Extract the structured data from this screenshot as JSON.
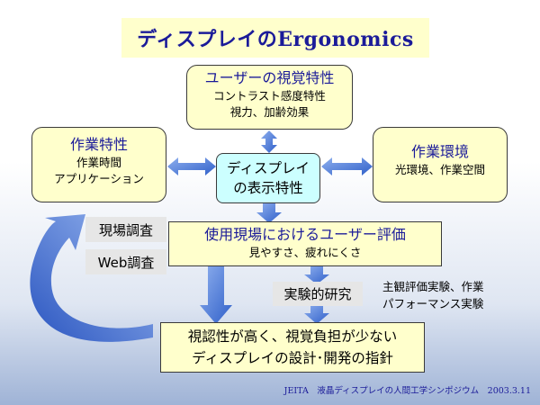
{
  "title": "ディスプレイのErgonomics",
  "user_visual": {
    "heading": "ユーザーの視覚特性",
    "line1": "コントラスト感度特性",
    "line2": "視力、加齢効果"
  },
  "work_char": {
    "heading": "作業特性",
    "line1": "作業時間",
    "line2": "アプリケーション"
  },
  "work_env": {
    "heading": "作業環境",
    "line1": "光環境、作業空間"
  },
  "display_char": {
    "line1": "ディスプレイ",
    "line2": "の表示特性"
  },
  "field_eval": {
    "heading": "使用現場におけるユーザー評価",
    "line1": "見やすさ、疲れにくさ"
  },
  "labels": {
    "field_survey": "現場調査",
    "web_survey": "Web調査",
    "experimental": "実験的研究"
  },
  "experiments": {
    "line1": "主観評価実験、作業",
    "line2": "パフォーマンス実験"
  },
  "guideline": {
    "line1": "視認性が高く、視覚負担が少ない",
    "line2": "ディスプレイの設計･開発の指針"
  },
  "footer": "JEITA　液晶ディスプレイの人間工学シンポジウム　2003.3.11",
  "colors": {
    "box_fill": "#ffffcc",
    "center_fill": "#ccffff",
    "arrow_fill": "#4d79d6",
    "heading_text": "#1b1b99"
  }
}
